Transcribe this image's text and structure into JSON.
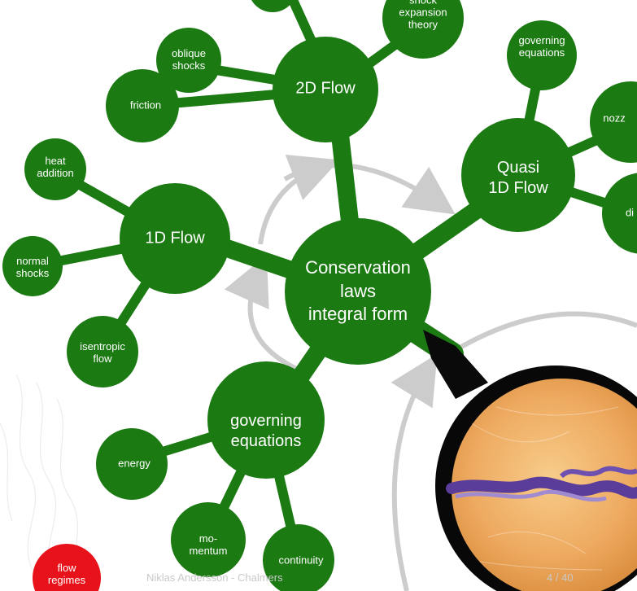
{
  "colors": {
    "node": "#1b7a12",
    "node_dark": "#135c0c",
    "regime_node": "#e8121b",
    "arrow": "#cccccc",
    "ring": "#050505",
    "flow_bg": "#efae62",
    "vortex": "#5a3c9a"
  },
  "center": {
    "label": "Conservation\nlaws\nintegral form"
  },
  "nodes": {
    "flow2d": {
      "label": "2D Flow"
    },
    "flow1d": {
      "label": "1D Flow"
    },
    "quasi1d": {
      "label": "Quasi\n1D Flow"
    },
    "governing": {
      "label": "governing\nequations"
    }
  },
  "leaves": {
    "shock_expansion": "shock\nexpansion\ntheory",
    "oblique_shocks": "oblique\nshocks",
    "friction": "friction",
    "heat_addition": "heat\naddition",
    "normal_shocks": "normal\nshocks",
    "isentropic_flow": "isentropic\nflow",
    "governing_equations_q1d": "governing\nequations",
    "nozzle": "nozz",
    "diffuser": "di",
    "energy": "energy",
    "momentum": "mo-\nmentum",
    "continuity": "continuity"
  },
  "regime": {
    "label": "flow\nregimes"
  },
  "footer": {
    "author": "Niklas Andersson - Chalmers",
    "page": "4 / 40"
  }
}
